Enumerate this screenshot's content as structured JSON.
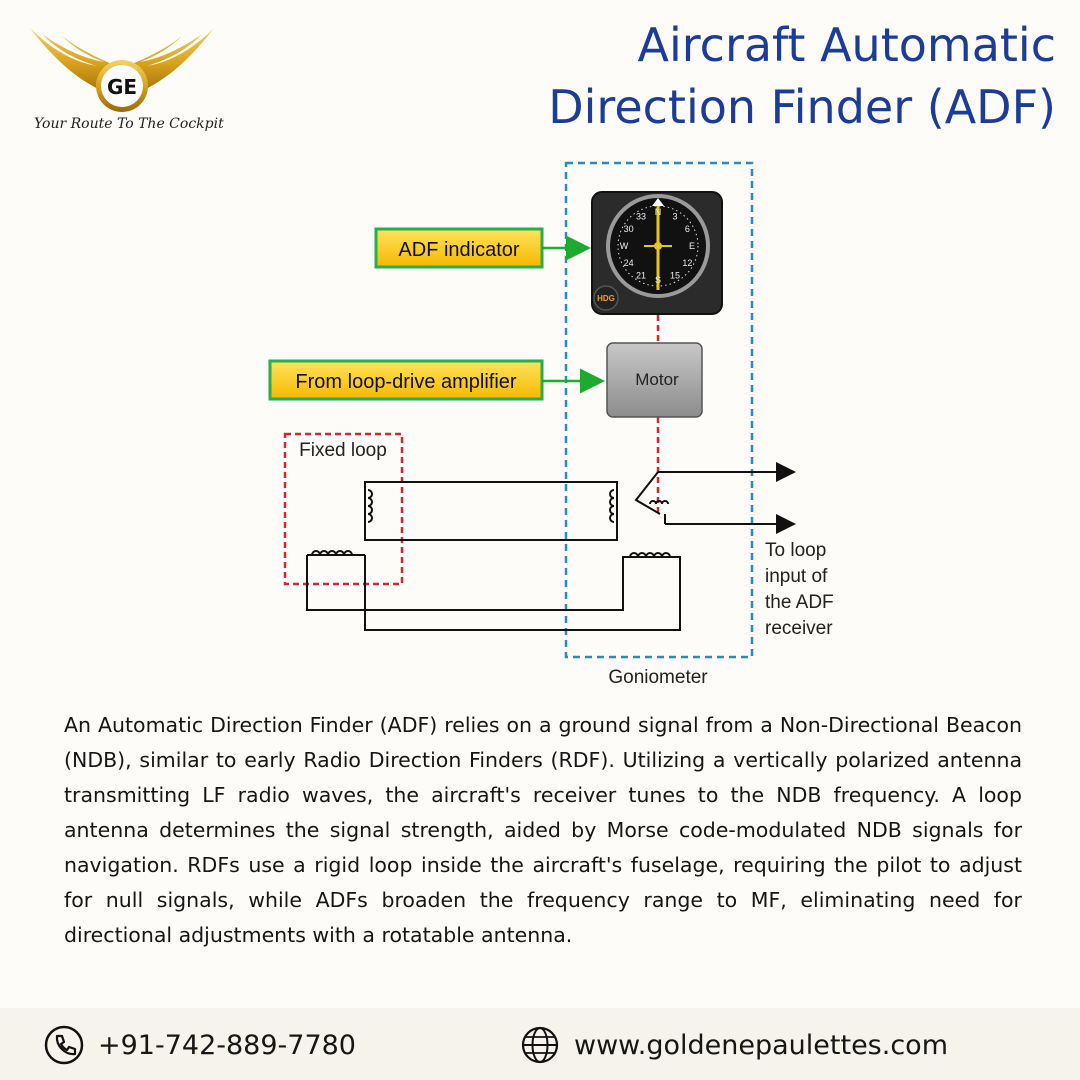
{
  "brand": {
    "logo_letters": "GE",
    "tagline": "Your Route To The  Cockpit"
  },
  "title": {
    "line1": "Aircraft Automatic",
    "line2": "Direction Finder (ADF)"
  },
  "diagram": {
    "label_adf_indicator": "ADF indicator",
    "label_loop_drive": "From loop-drive amplifier",
    "label_motor": "Motor",
    "label_fixed_loop": "Fixed loop",
    "label_to_loop": [
      "To loop",
      "input of",
      "the ADF",
      "receiver"
    ],
    "label_goniometer": "Goniometer",
    "dial_hdg": "HDG",
    "dial_marks": [
      "33",
      "N",
      "3",
      "6",
      "E",
      "12",
      "15",
      "S",
      "21",
      "24",
      "W",
      "30"
    ]
  },
  "description": "An Automatic Direction Finder (ADF) relies on a ground signal from a Non-Directional Beacon (NDB), similar to early Radio Direction Finders (RDF). Utilizing a vertically polarized antenna transmitting LF radio waves, the aircraft's receiver tunes to the NDB frequency. A loop antenna determines the signal strength, aided by Morse code-modulated NDB signals for navigation. RDFs use a rigid loop inside the aircraft's fuselage, requiring the pilot to adjust for null signals, while ADFs broaden the frequency range to MF, eliminating need for directional adjustments with a rotatable antenna.",
  "footer": {
    "phone": "+91-742-889-7780",
    "website": "www.goldenepaulettes.com"
  },
  "colors": {
    "title": "#1b3c98",
    "gold": "#d9a21c",
    "label_fill": "#ffd11a",
    "label_border": "#22b14c",
    "goniometer": "#2a8bbd",
    "fixed_loop": "#d8262e"
  }
}
